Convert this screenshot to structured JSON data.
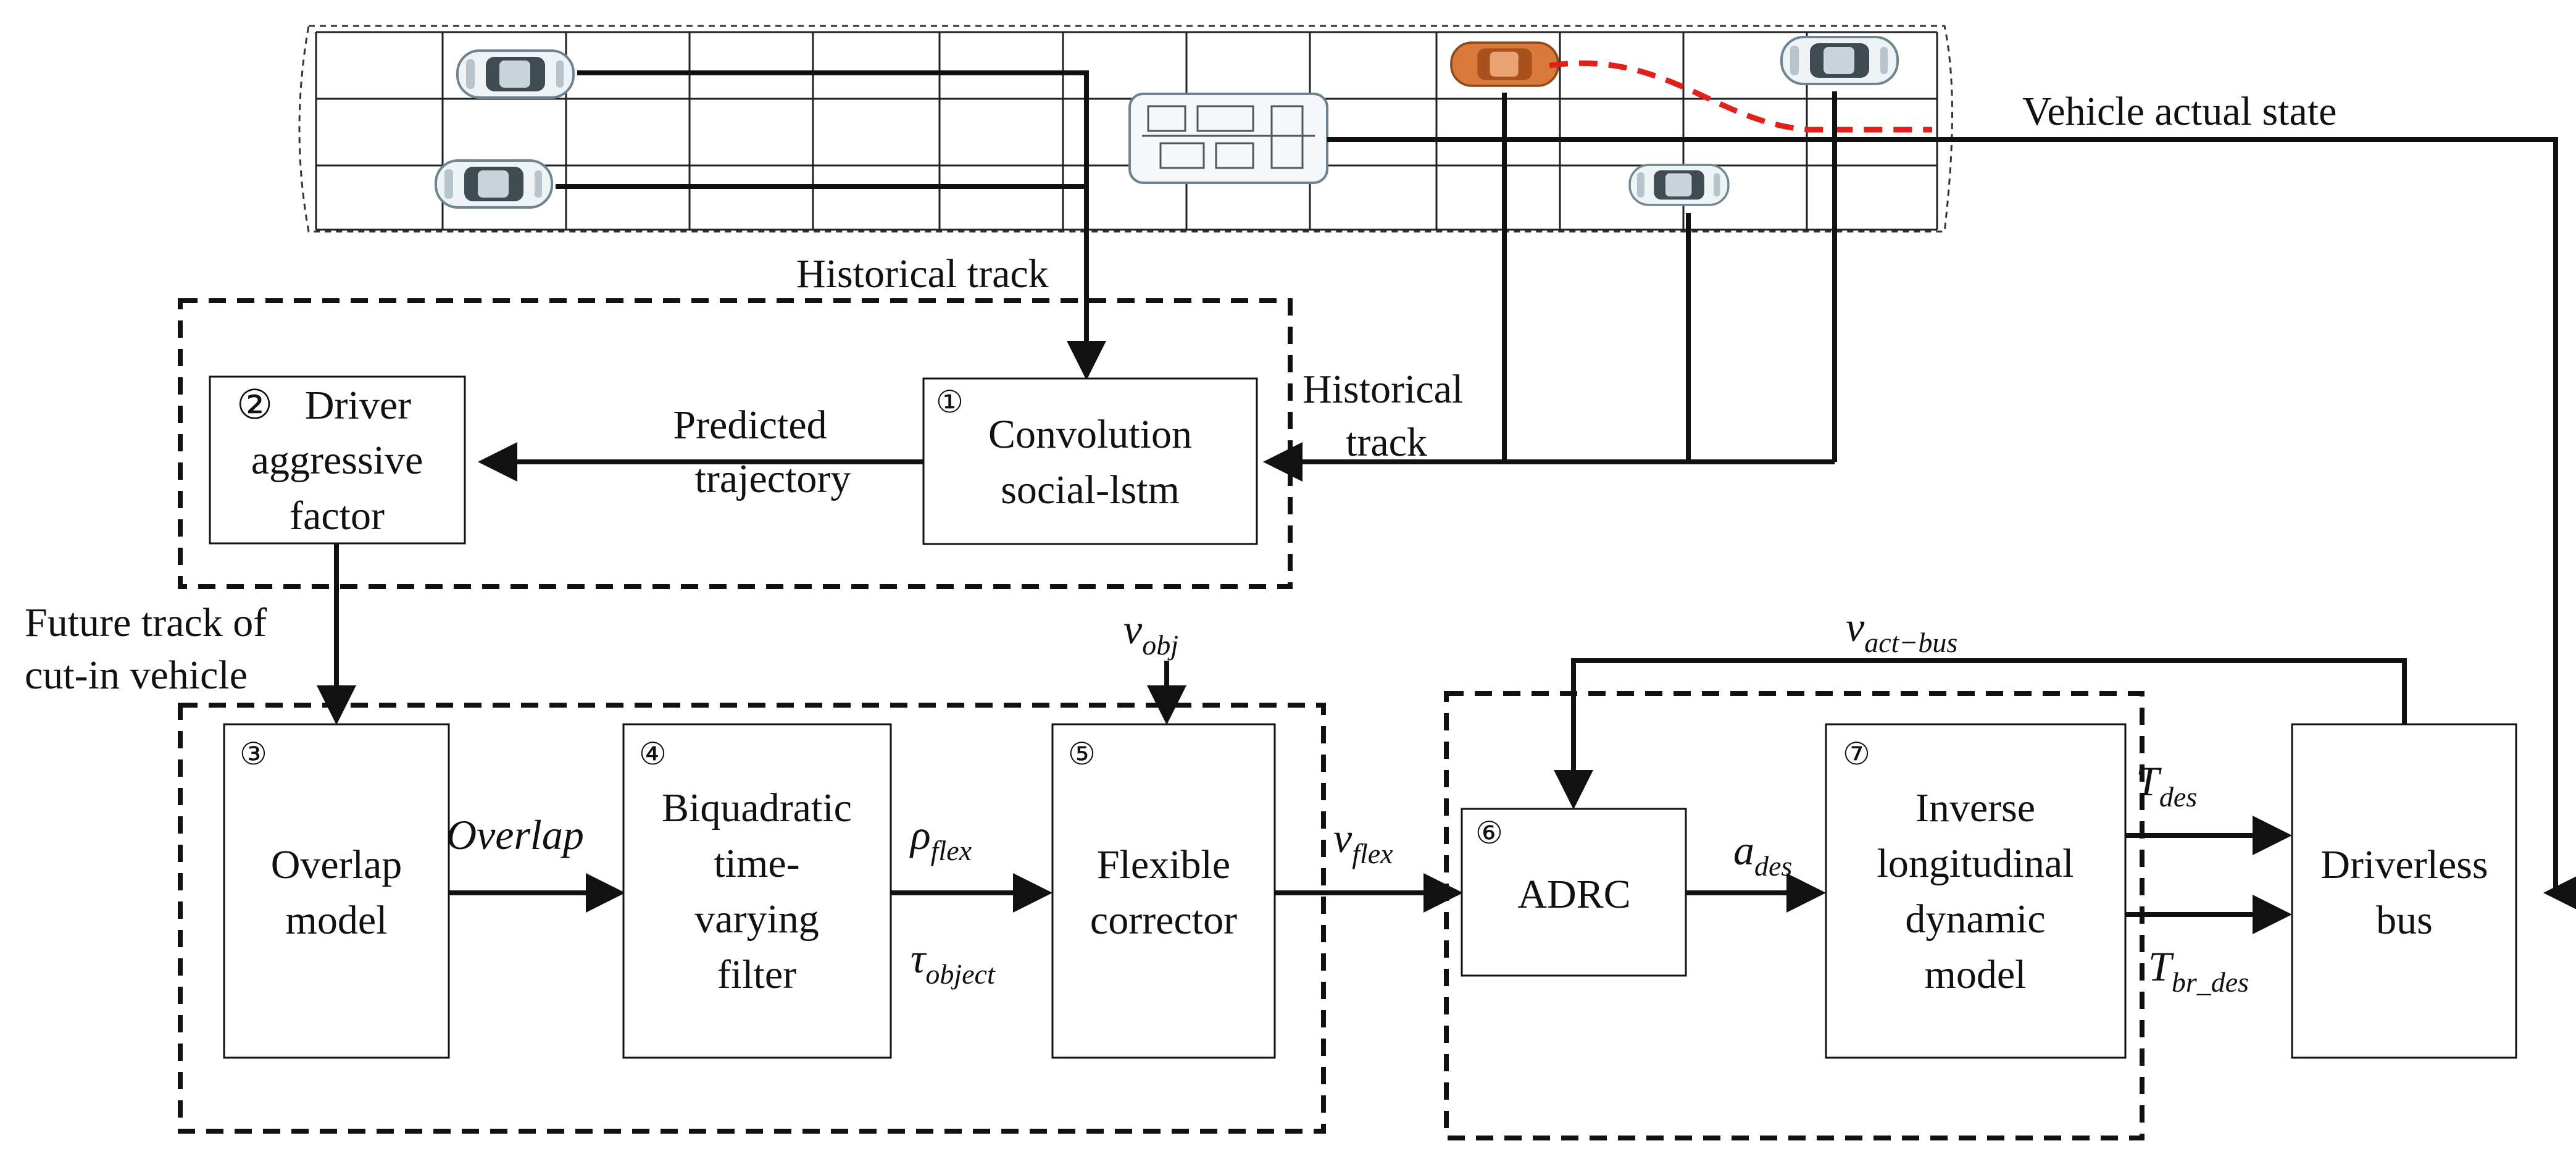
{
  "colors": {
    "line": "#111111",
    "road_grid": "#222222",
    "cut_in_vehicle": "#d9793a",
    "cut_in_path": "#e0201b",
    "other_vehicles": "#9fb0b8"
  },
  "road": {
    "vehicles": [
      {
        "kind": "surrounding-car",
        "icon": "car-icon"
      },
      {
        "kind": "surrounding-car",
        "icon": "car-icon"
      },
      {
        "kind": "ego-bus",
        "icon": "bus-icon"
      },
      {
        "kind": "cut-in-car",
        "icon": "car-icon"
      },
      {
        "kind": "surrounding-car",
        "icon": "car-icon"
      },
      {
        "kind": "surrounding-car",
        "icon": "car-icon"
      }
    ]
  },
  "labels": {
    "vehicle_actual_state": "Vehicle actual state",
    "historical_track_top": "Historical track",
    "historical_track_right_1": "Historical",
    "historical_track_right_2": "track",
    "predicted_1": "Predicted",
    "predicted_2": "trajectory",
    "future_1": "Future track of",
    "future_2": "cut-in vehicle",
    "overlap": "Overlap"
  },
  "blocks": {
    "b1": {
      "num": "①",
      "line1": "Convolution",
      "line2": "social-lstm"
    },
    "b2": {
      "num": "②",
      "line1": "Driver",
      "line2": "aggressive",
      "line3": "factor"
    },
    "b3": {
      "num": "③",
      "line1": "Overlap",
      "line2": "model"
    },
    "b4": {
      "num": "④",
      "line1": "Biquadratic",
      "line2": "time-",
      "line3": "varying",
      "line4": "filter"
    },
    "b5": {
      "num": "⑤",
      "line1": "Flexible",
      "line2": "corrector"
    },
    "b6": {
      "num": "⑥",
      "line1": "ADRC"
    },
    "b7": {
      "num": "⑦",
      "line1": "Inverse",
      "line2": "longitudinal",
      "line3": "dynamic",
      "line4": "model"
    },
    "b8": {
      "line1": "Driverless",
      "line2": "bus"
    }
  },
  "signals": {
    "v_obj": {
      "base": "v",
      "sub": "obj"
    },
    "rho_flex": {
      "base": "ρ",
      "sub": "flex"
    },
    "tau_object": {
      "base": "τ",
      "sub": "object"
    },
    "v_flex": {
      "base": "v",
      "sub": "flex"
    },
    "a_des": {
      "base": "a",
      "sub": "des"
    },
    "v_act_bus": {
      "base": "v",
      "sub": "act−bus"
    },
    "T_des": {
      "base": "T",
      "sub": "des"
    },
    "T_br_des": {
      "base": "T",
      "sub": "br_des"
    }
  }
}
